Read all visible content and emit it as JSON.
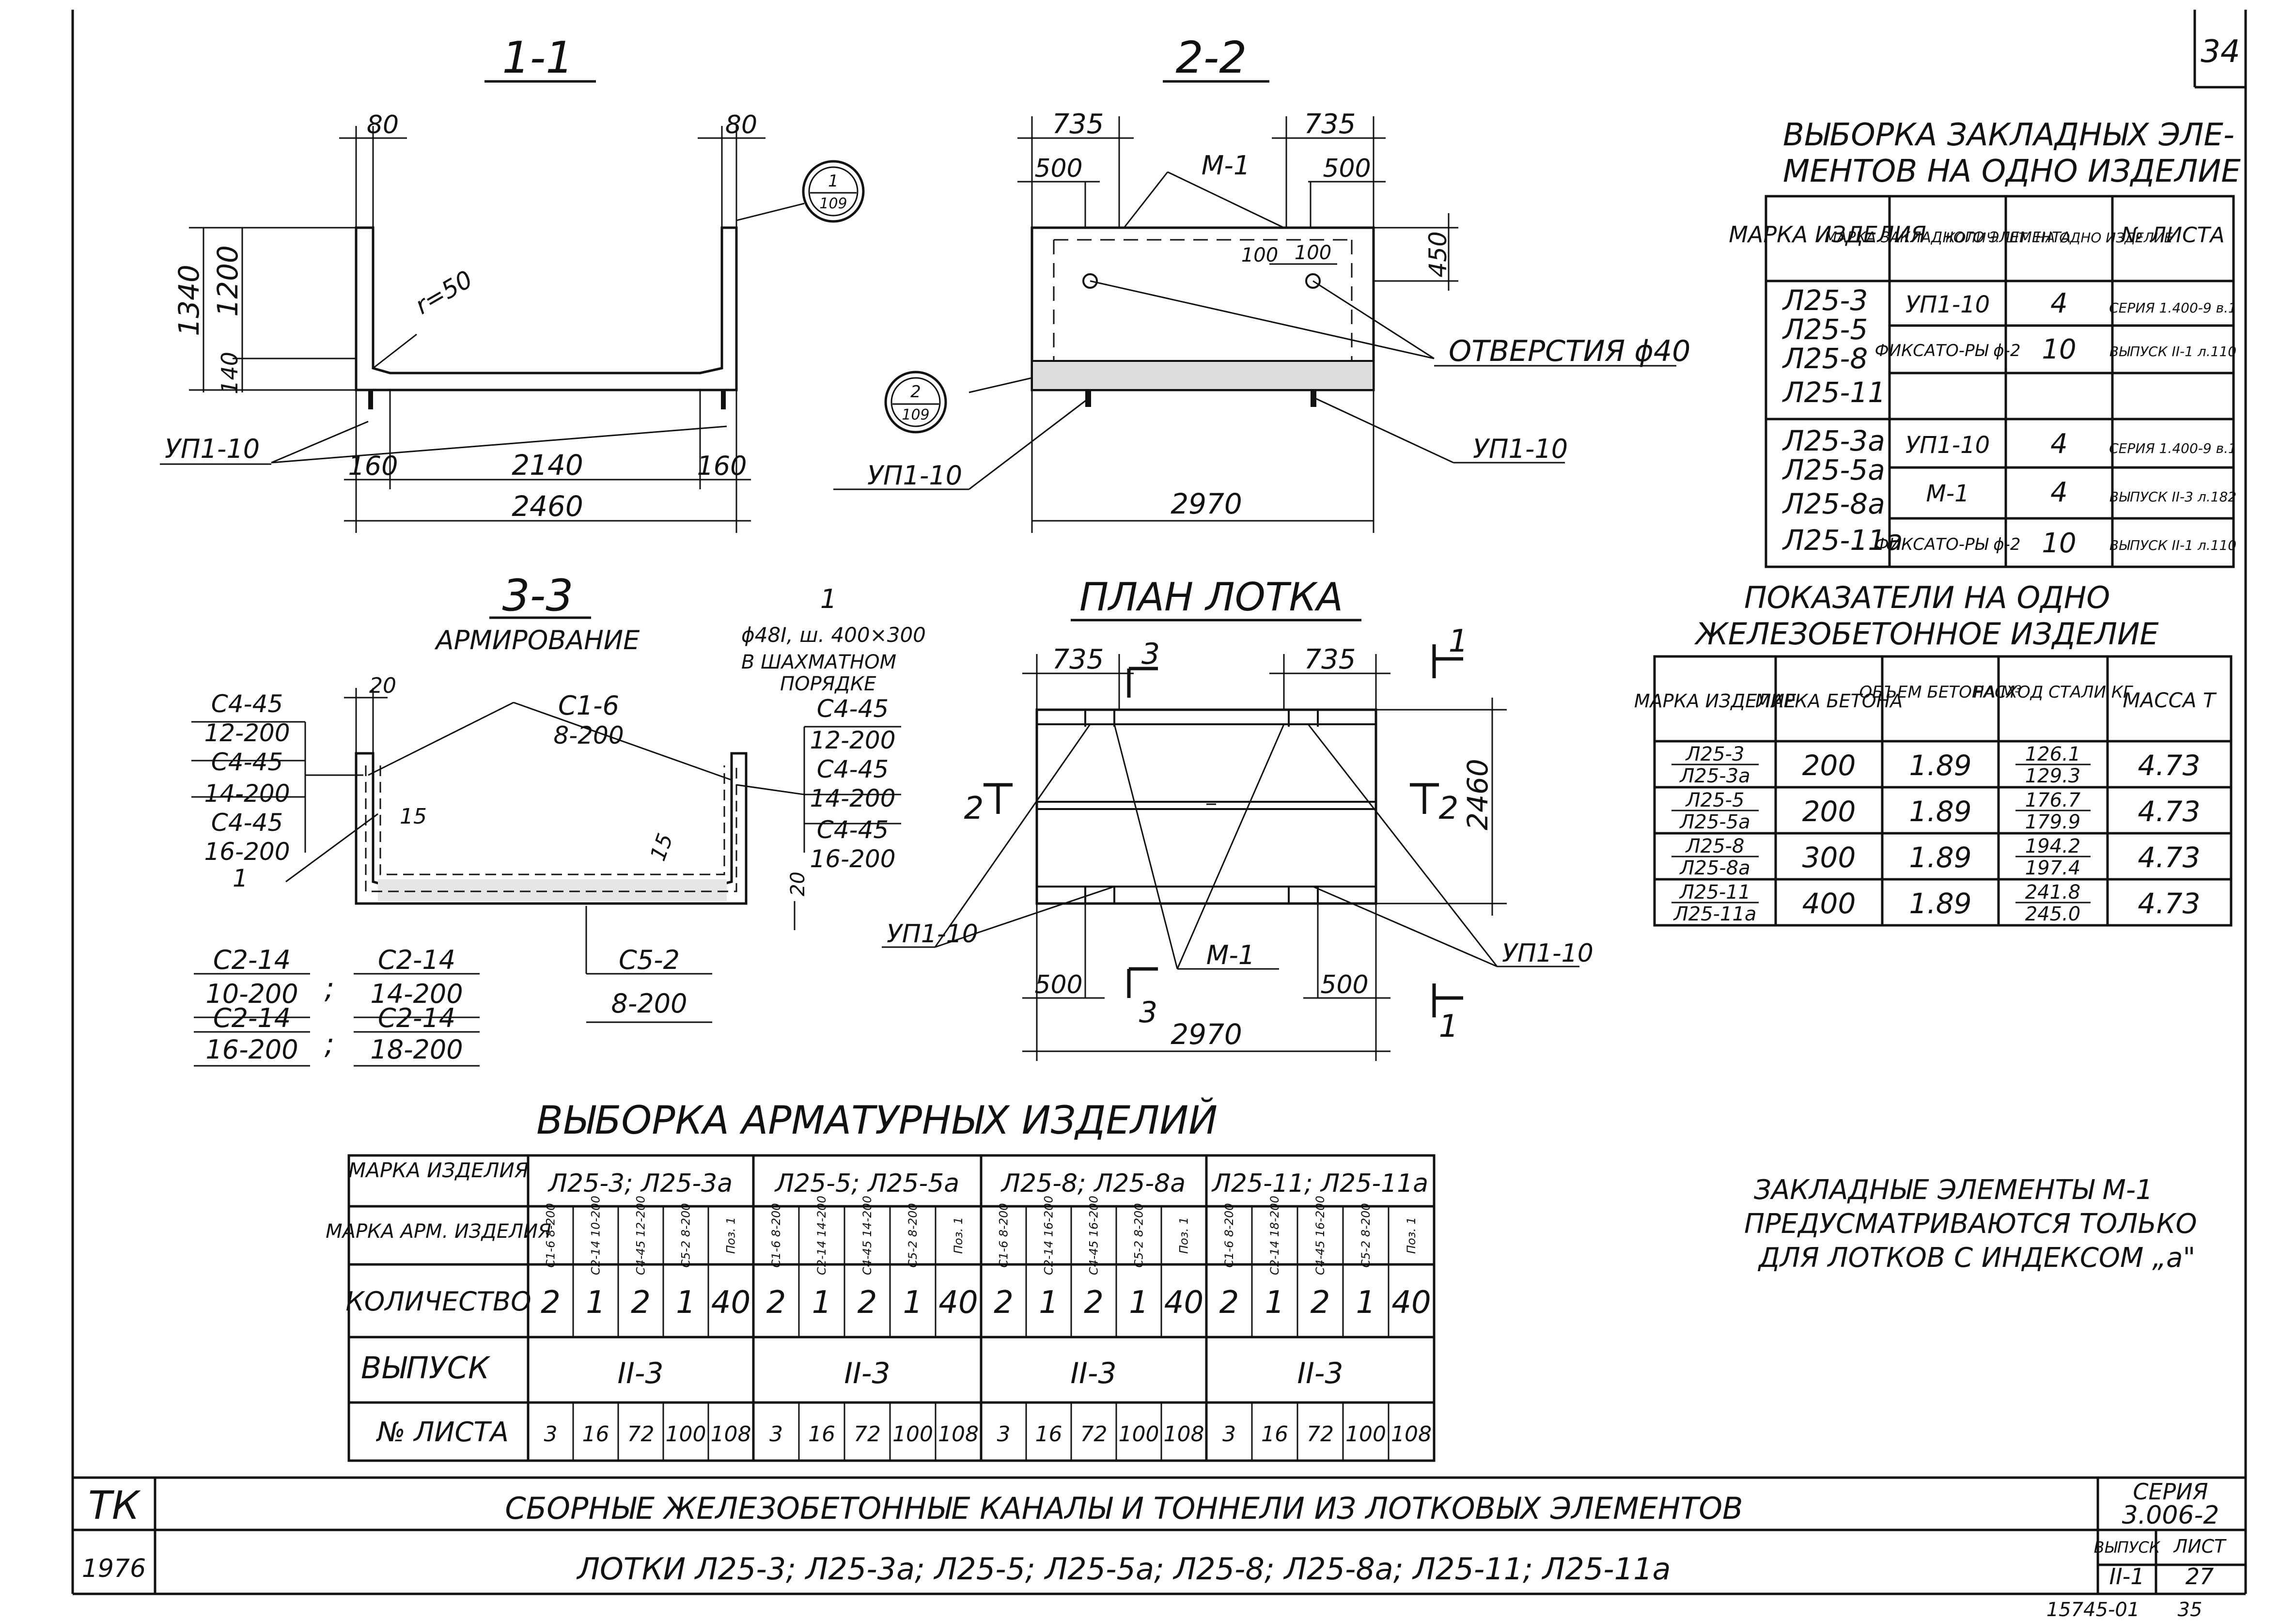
{
  "page_number": "34",
  "sections": {
    "s11": "1-1",
    "s22": "2-2",
    "s33": "3-3",
    "s33_sub": "АРМИРОВАНИЕ",
    "plan": "ПЛАН ЛОТКА"
  },
  "section11": {
    "d80_left": "80",
    "d80_right": "80",
    "d1340": "1340",
    "d1200": "1200",
    "d140": "140",
    "radius": "r=50",
    "d160_left": "160",
    "d2140": "2140",
    "d160_right": "160",
    "d2460": "2460",
    "embed_label": "УП1-10",
    "callout_num": "1",
    "callout_sheet": "109"
  },
  "section22": {
    "d735_left": "735",
    "d735_right": "735",
    "d500_left": "500",
    "d500_right": "500",
    "m1": "М-1",
    "d100a": "100",
    "d100b": "100",
    "d450": "450",
    "holes": "ОТВЕРСТИЯ ϕ40",
    "embed_left": "УП1-10",
    "embed_right": "УП1-10",
    "d2970": "2970",
    "callout_num": "2",
    "callout_sheet": "109"
  },
  "section33": {
    "d20_top": "20",
    "c1_mark": "С1-6",
    "c1_step": "8-200",
    "c4a_mark": "С4-45",
    "c4a_step": "12-200",
    "c4b_mark": "С4-45",
    "c4b_step": "14-200",
    "c4c_mark": "С4-45",
    "c4c_step": "16-200",
    "pos1": "1",
    "d15_left": "15",
    "d15_right": "15",
    "d20_side": "20",
    "note_num": "1",
    "note_l1": "ϕ48I, ш. 400×300",
    "note_l2": "В ШАХМАТНОМ",
    "note_l3": "ПОРЯДКЕ",
    "r_c4a_mark": "С4-45",
    "r_c4a_step": "12-200",
    "r_c4b_mark": "С4-45",
    "r_c4b_step": "14-200",
    "r_c4c_mark": "С4-45",
    "r_c4c_step": "16-200",
    "c2a_mark": "С2-14",
    "c2a_step": "10-200",
    "c2b_mark": "С2-14",
    "c2b_step": "14-200",
    "c2c_mark": "С2-14",
    "c2c_step": "16-200",
    "c2d_mark": "С2-14",
    "c2d_step": "18-200",
    "c5_mark": "С5-2",
    "c5_step": "8-200",
    "semi1": ";",
    "semi2": ";"
  },
  "plan": {
    "d735_left": "735",
    "d735_right": "735",
    "cut3_top": "3",
    "cut3_bottom": "3",
    "cut1_top": "1",
    "cut1_bottom": "1",
    "cut2_left": "2",
    "cut2_right": "2",
    "d2460": "2460",
    "embed_left": "УП1-10",
    "embed_right": "УП1-10",
    "m1": "М-1",
    "d500_left": "500",
    "d500_right": "500",
    "d2970": "2970"
  },
  "embedded_table": {
    "title_l1": "ВЫБОРКА ЗАКЛАДНЫХ ЭЛЕ-",
    "title_l2": "МЕНТОВ НА ОДНО ИЗДЕЛИЕ",
    "headers": [
      "МАРКА ИЗДЕЛИЯ",
      "МАРКА ЗАКЛАДНОГО ЭЛЕМЕНТА",
      "КОЛИЧ. ШТ. НА ОДНО ИЗДЕЛИЕ",
      "№ ЛИСТА"
    ],
    "group1_marks": [
      "Л25-3",
      "Л25-5",
      "Л25-8",
      "Л25-11"
    ],
    "group1_rows": [
      {
        "element": "УП1-10",
        "qty": "4",
        "sheet": "СЕРИЯ 1.400-9 в.1"
      },
      {
        "element": "ФИКСАТО-РЫ ϕ-2",
        "qty": "10",
        "sheet": "ВЫПУСК II-1 л.110"
      }
    ],
    "group2_marks": [
      "Л25-3а",
      "Л25-5а",
      "Л25-8а",
      "Л25-11а"
    ],
    "group2_rows": [
      {
        "element": "УП1-10",
        "qty": "4",
        "sheet": "СЕРИЯ 1.400-9 в.1"
      },
      {
        "element": "М-1",
        "qty": "4",
        "sheet": "ВЫПУСК II-3 л.182"
      },
      {
        "element": "ФИКСАТО-РЫ ϕ-2",
        "qty": "10",
        "sheet": "ВЫПУСК II-1 л.110"
      }
    ]
  },
  "indicators_table": {
    "title_l1": "ПОКАЗАТЕЛИ НА ОДНО",
    "title_l2": "ЖЕЛЕЗОБЕТОННОЕ ИЗДЕЛИЕ",
    "headers": [
      "МАРКА ИЗДЕЛИЕ",
      "МАРКА БЕТОНА",
      "ОБЪЕМ БЕТОНА М³",
      "РАСХОД СТАЛИ КГ",
      "МАССА Т"
    ],
    "rows": [
      {
        "mark_a": "Л25-3",
        "mark_b": "Л25-3а",
        "concrete": "200",
        "volume": "1.89",
        "steel_a": "126.1",
        "steel_b": "129.3",
        "mass": "4.73"
      },
      {
        "mark_a": "Л25-5",
        "mark_b": "Л25-5а",
        "concrete": "200",
        "volume": "1.89",
        "steel_a": "176.7",
        "steel_b": "179.9",
        "mass": "4.73"
      },
      {
        "mark_a": "Л25-8",
        "mark_b": "Л25-8а",
        "concrete": "300",
        "volume": "1.89",
        "steel_a": "194.2",
        "steel_b": "197.4",
        "mass": "4.73"
      },
      {
        "mark_a": "Л25-11",
        "mark_b": "Л25-11а",
        "concrete": "400",
        "volume": "1.89",
        "steel_a": "241.8",
        "steel_b": "245.0",
        "mass": "4.73"
      }
    ]
  },
  "note": {
    "l1": "ЗАКЛАДНЫЕ ЭЛЕМЕНТЫ М-1",
    "l2": "ПРЕДУСМАТРИВАЮТСЯ ТОЛЬКО",
    "l3": "ДЛЯ ЛОТКОВ С ИНДЕКСОМ „а\""
  },
  "rebar_table": {
    "title": "ВЫБОРКА АРМАТУРНЫХ ИЗДЕЛИЙ",
    "label_mark": "МАРКА ИЗДЕЛИЯ",
    "label_rebar": "МАРКА АРМ. ИЗДЕЛИЯ",
    "label_qty": "КОЛИЧЕСТВО",
    "label_issue": "ВЫПУСК",
    "label_sheet": "№ ЛИСТА",
    "groups": [
      {
        "name": "Л25-3; Л25-3а",
        "items": [
          "С1-6 8-200",
          "С2-14 10-200",
          "С4-45 12-200",
          "С5-2 8-200",
          "Поз. 1"
        ],
        "qty": [
          "2",
          "1",
          "2",
          "1",
          "40"
        ],
        "issue": "II-3",
        "sheets": [
          "3",
          "16",
          "72",
          "100",
          "108"
        ]
      },
      {
        "name": "Л25-5; Л25-5а",
        "items": [
          "С1-6 8-200",
          "С2-14 14-200",
          "С4-45 14-200",
          "С5-2 8-200",
          "Поз. 1"
        ],
        "qty": [
          "2",
          "1",
          "2",
          "1",
          "40"
        ],
        "issue": "II-3",
        "sheets": [
          "3",
          "16",
          "72",
          "100",
          "108"
        ]
      },
      {
        "name": "Л25-8; Л25-8а",
        "items": [
          "С1-6 8-200",
          "С2-14 16-200",
          "С4-45 16-200",
          "С5-2 8-200",
          "Поз. 1"
        ],
        "qty": [
          "2",
          "1",
          "2",
          "1",
          "40"
        ],
        "issue": "II-3",
        "sheets": [
          "3",
          "16",
          "72",
          "100",
          "108"
        ]
      },
      {
        "name": "Л25-11; Л25-11а",
        "items": [
          "С1-6 8-200",
          "С2-14 18-200",
          "С4-45 16-200",
          "С5-2 8-200",
          "Поз. 1"
        ],
        "qty": [
          "2",
          "1",
          "2",
          "1",
          "40"
        ],
        "issue": "II-3",
        "sheets": [
          "3",
          "16",
          "72",
          "100",
          "108"
        ]
      }
    ]
  },
  "title_block": {
    "code": "ТК",
    "year": "1976",
    "title": "СБОРНЫЕ ЖЕЛЕЗОБЕТОННЫЕ КАНАЛЫ И ТОННЕЛИ ИЗ ЛОТКОВЫХ ЭЛЕМЕНТОВ",
    "subtitle": "ЛОТКИ Л25-3; Л25-3а; Л25-5; Л25-5а; Л25-8; Л25-8а; Л25-11; Л25-11а",
    "series_label": "СЕРИЯ",
    "series": "3.006-2",
    "issue_label": "ВЫПУСК",
    "issue": "II-1",
    "sheet_label": "ЛИСТ",
    "sheet": "27",
    "bottom_code": "15745-01",
    "bottom_num": "35"
  }
}
